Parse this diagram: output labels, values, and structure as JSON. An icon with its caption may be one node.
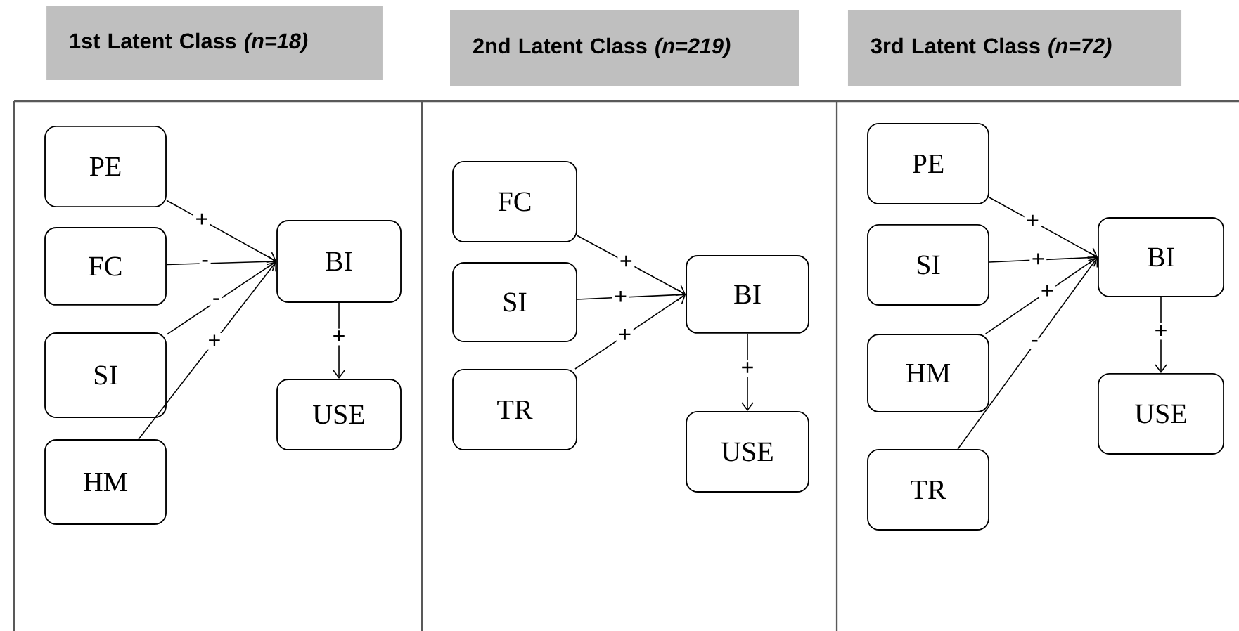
{
  "diagram": {
    "nodes": [
      {
        "text": [
          "1st Latent Class *(n=18)*"
        ]
      },
      {
        "text": [
          "PE"
        ]
      },
      {
        "text": [
          "FC"
        ]
      },
      {
        "text": [
          "SI"
        ]
      },
      {
        "text": [
          "HM"
        ]
      },
      {
        "text": [
          "BI"
        ]
      },
      {
        "text": [
          "USE"
        ]
      },
      {
        "text": [
          "2nd Latent Class *(n=219)*"
        ]
      },
      {
        "text": [
          "FC"
        ]
      },
      {
        "text": [
          "SI"
        ]
      },
      {
        "text": [
          "TR"
        ]
      },
      {
        "text": [
          "BI"
        ]
      },
      {
        "text": [
          "USE"
        ]
      },
      {
        "text": [
          "3rd Latent Class *(n=72)*"
        ]
      },
      {
        "text": [
          "PE"
        ]
      },
      {
        "text": [
          "SI"
        ]
      },
      {
        "text": [
          "HM"
        ]
      },
      {
        "text": [
          "TR"
        ]
      },
      {
        "text": [
          "BI"
        ]
      },
      {
        "text": [
          "USE"
        ]
      }
    ],
    "edges": [
      {
        "from": 1,
        "to": 5,
        "arrow": "to",
        "label": "+"
      },
      {
        "from": 2,
        "to": 5,
        "arrow": "to",
        "label": "-"
      },
      {
        "from": 3,
        "to": 5,
        "arrow": "to",
        "label": "-"
      },
      {
        "from": 4,
        "to": 5,
        "arrow": "to",
        "label": "+"
      },
      {
        "from": 5,
        "to": 6,
        "arrow": "to",
        "label": "+"
      },
      {
        "from": 8,
        "to": 11,
        "arrow": "to",
        "label": "+"
      },
      {
        "from": 9,
        "to": 11,
        "arrow": "to",
        "label": "+"
      },
      {
        "from": 10,
        "to": 11,
        "arrow": "to",
        "label": "+"
      },
      {
        "from": 11,
        "to": 12,
        "arrow": "to",
        "label": "+"
      },
      {
        "from": 14,
        "to": 18,
        "arrow": "to",
        "label": "+"
      },
      {
        "from": 15,
        "to": 18,
        "arrow": "to",
        "label": "+"
      },
      {
        "from": 16,
        "to": 18,
        "arrow": "to",
        "label": "+"
      },
      {
        "from": 17,
        "to": 18,
        "arrow": "to",
        "label": "-"
      },
      {
        "from": 18,
        "to": 19,
        "arrow": "to",
        "label": "+"
      }
    ]
  }
}
